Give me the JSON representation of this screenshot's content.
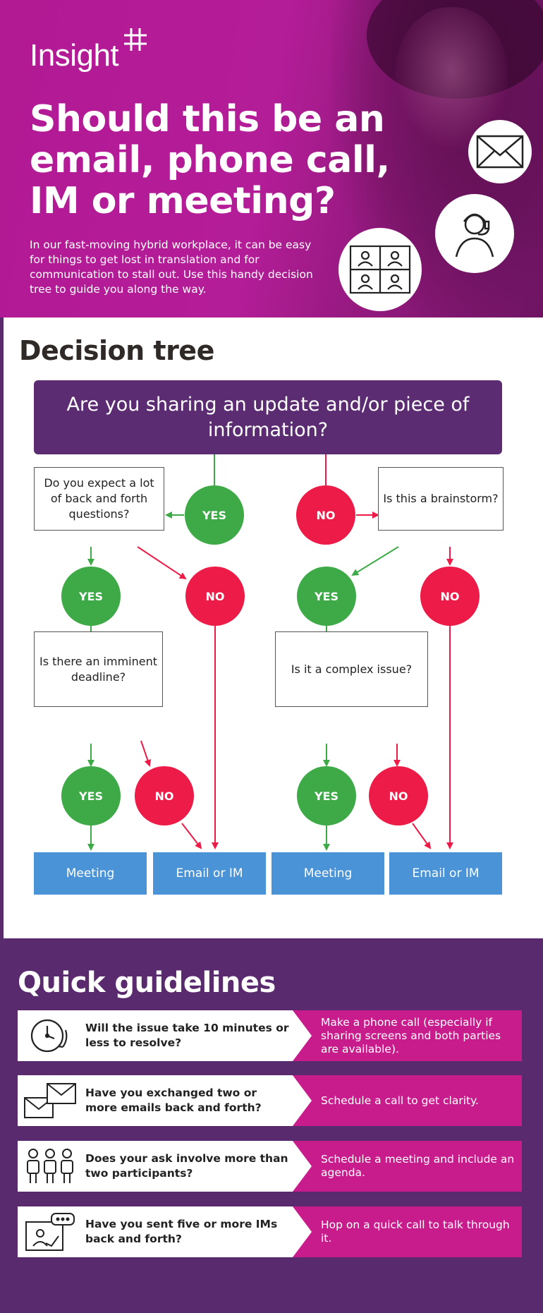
{
  "brand": {
    "logo_text": "Insight",
    "trademark": "."
  },
  "hero": {
    "title": "Should this be an email, phone call, IM or meeting?",
    "body": "In our fast-moving hybrid workplace, it can be easy for things to get lost in translation and for communication to stall out. Use this handy decision tree to guide you along the way.",
    "icons": [
      "envelope-icon",
      "headset-person-icon",
      "video-grid-icon"
    ]
  },
  "tree": {
    "heading": "Decision tree",
    "root_question": "Are you sharing an update and/or piece of information?",
    "q_back_forth": "Do you expect a lot of back and forth questions?",
    "q_brainstorm": "Is this a brainstorm?",
    "q_deadline": "Is there an imminent deadline?",
    "q_complex": "Is it a complex issue?",
    "yes": "YES",
    "no": "NO",
    "results": [
      "Meeting",
      "Email or IM",
      "Meeting",
      "Email or IM"
    ],
    "colors": {
      "yes": "#3daa47",
      "no": "#ed1b47",
      "result": "#4a93d6",
      "root": "#5b2c72"
    }
  },
  "guidelines": {
    "heading": "Quick guidelines",
    "items": [
      {
        "icon": "clock-icon",
        "question": "Will the issue take 10 minutes or less to resolve?",
        "answer": "Make a phone call (especially if sharing screens and both parties are available)."
      },
      {
        "icon": "envelopes-icon",
        "question": "Have you exchanged two or more emails back and forth?",
        "answer": "Schedule a call to get clarity."
      },
      {
        "icon": "people-icon",
        "question": "Does your ask involve more than two participants?",
        "answer": "Schedule a meeting and include an agenda."
      },
      {
        "icon": "chat-presenter-icon",
        "question": "Have you sent five or more IMs back and forth?",
        "answer": "Hop on a quick call to talk through it."
      }
    ]
  }
}
